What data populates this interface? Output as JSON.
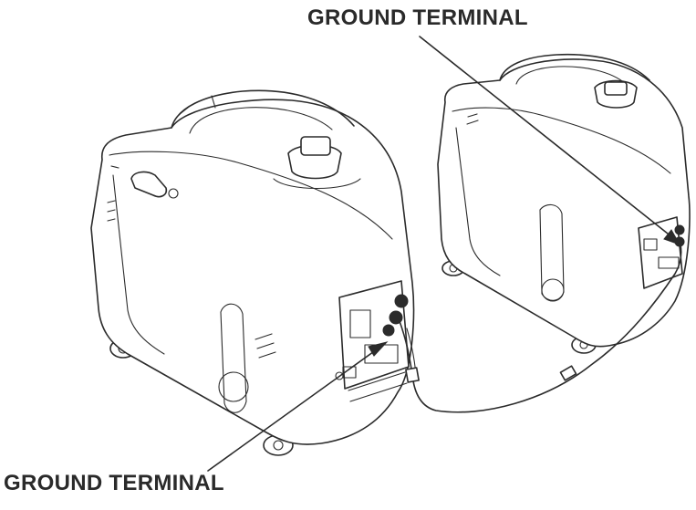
{
  "labels": {
    "top_callout": "GROUND TERMINAL",
    "bottom_callout": "GROUND TERMINAL"
  },
  "icons": [
    "generator-unit",
    "ground-cable",
    "arrow-pointer"
  ],
  "colors": {
    "ink": "#2b2b2b",
    "background": "#ffffff"
  }
}
